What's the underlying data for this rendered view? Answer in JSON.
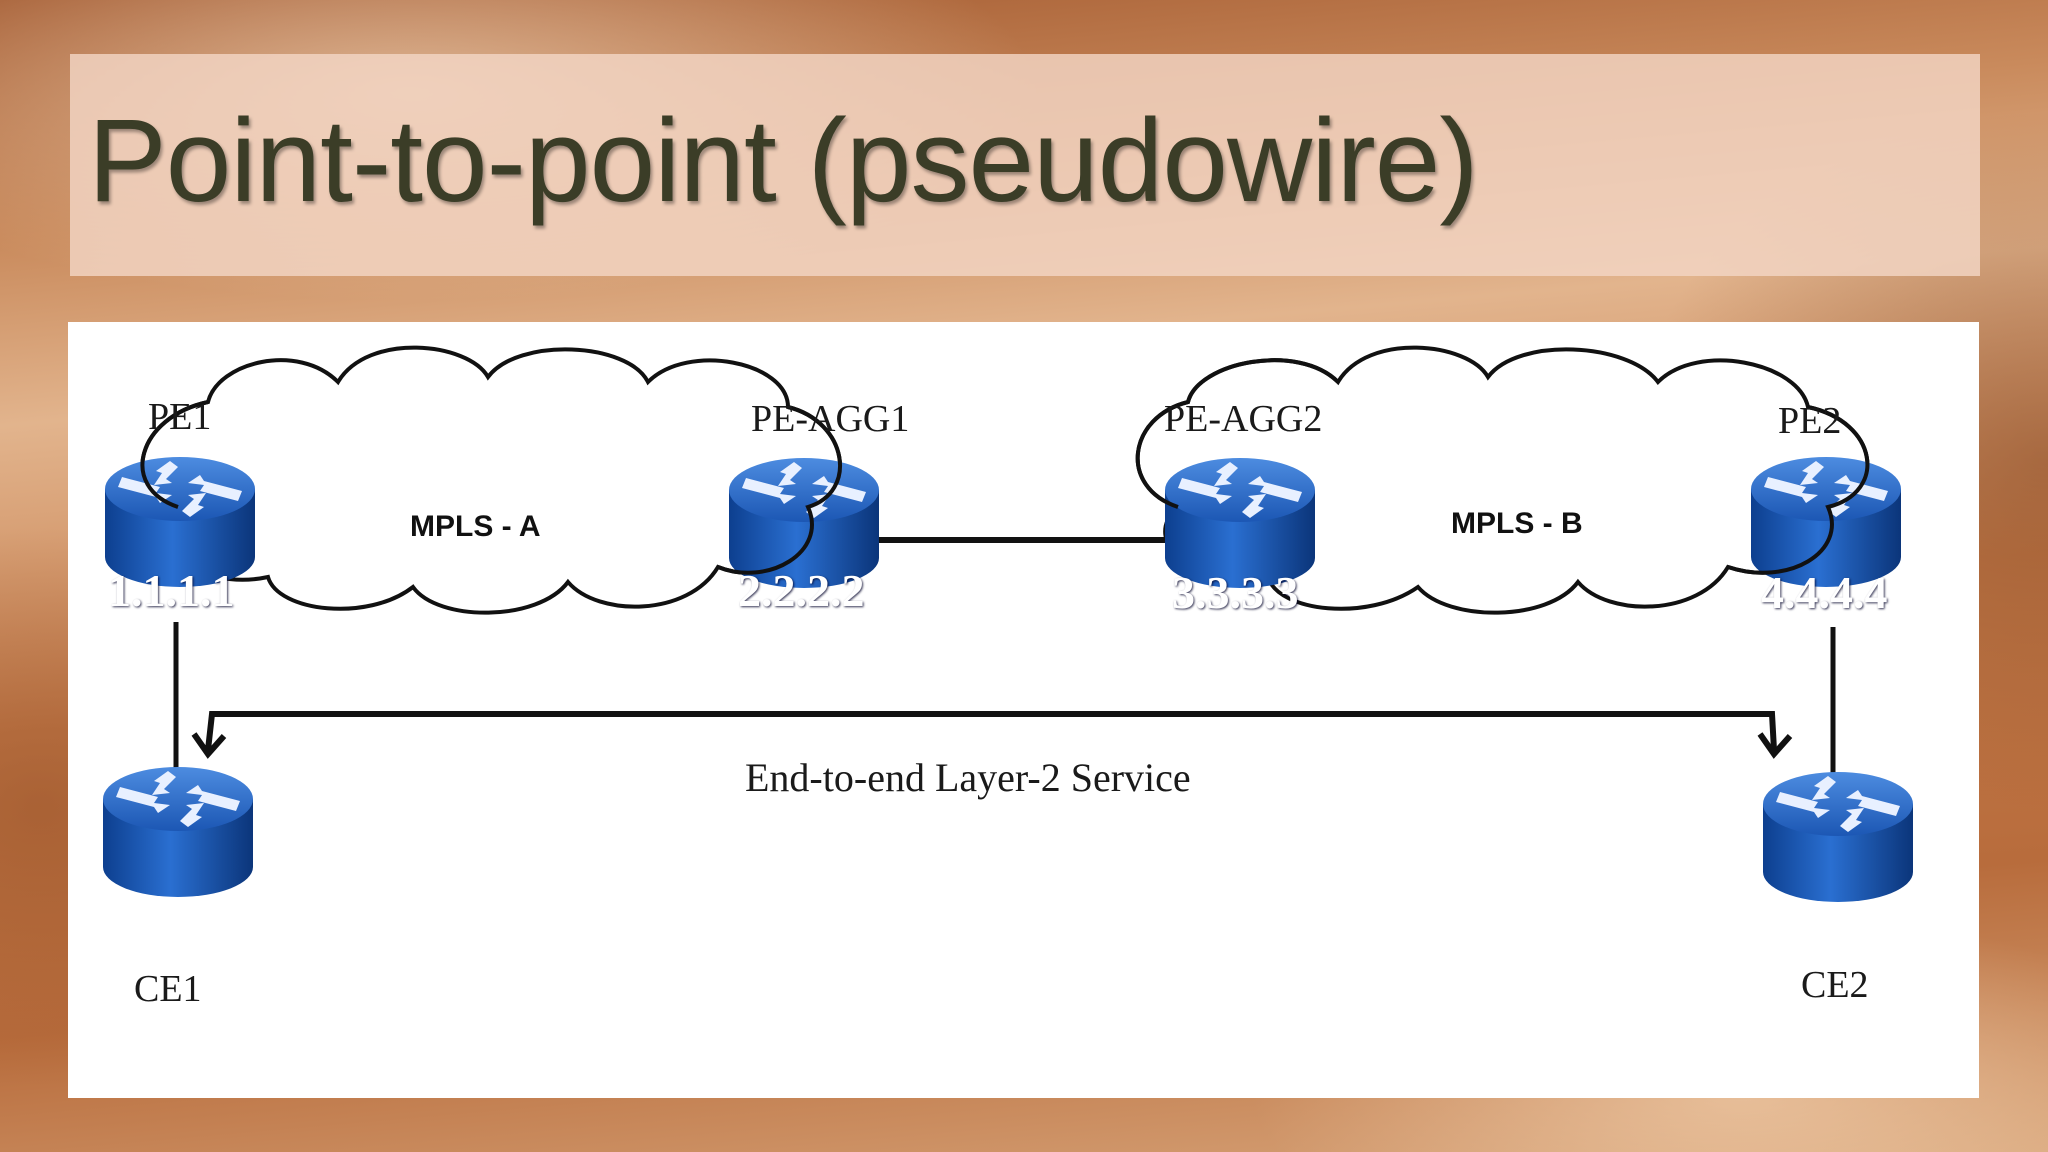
{
  "slide": {
    "title": "Point-to-point (pseudowire)"
  },
  "diagram": {
    "clouds": [
      {
        "id": "a",
        "label": "MPLS - A"
      },
      {
        "id": "b",
        "label": "MPLS - B"
      }
    ],
    "routers": [
      {
        "id": "pe1",
        "name": "PE1",
        "ip": "1.1.1.1"
      },
      {
        "id": "pe-agg1",
        "name": "PE-AGG1",
        "ip": "2.2.2.2"
      },
      {
        "id": "pe-agg2",
        "name": "PE-AGG2",
        "ip": "3.3.3.3"
      },
      {
        "id": "pe2",
        "name": "PE2",
        "ip": "4.4.4.4"
      },
      {
        "id": "ce1",
        "name": "CE1",
        "ip": ""
      },
      {
        "id": "ce2",
        "name": "CE2",
        "ip": ""
      }
    ],
    "service_label": "End-to-end Layer-2 Service",
    "colors": {
      "router_blue": "#1f5fbf",
      "title_text": "#3b3d27",
      "band": "#f3d6c4"
    }
  }
}
